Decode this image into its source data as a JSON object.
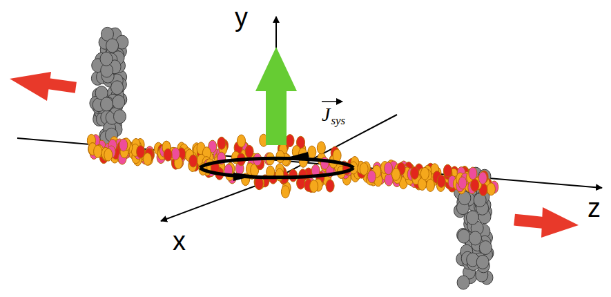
{
  "diagram": {
    "labels": [
      "y",
      "x",
      "z",
      "J",
      "sys"
    ]
  }
}
